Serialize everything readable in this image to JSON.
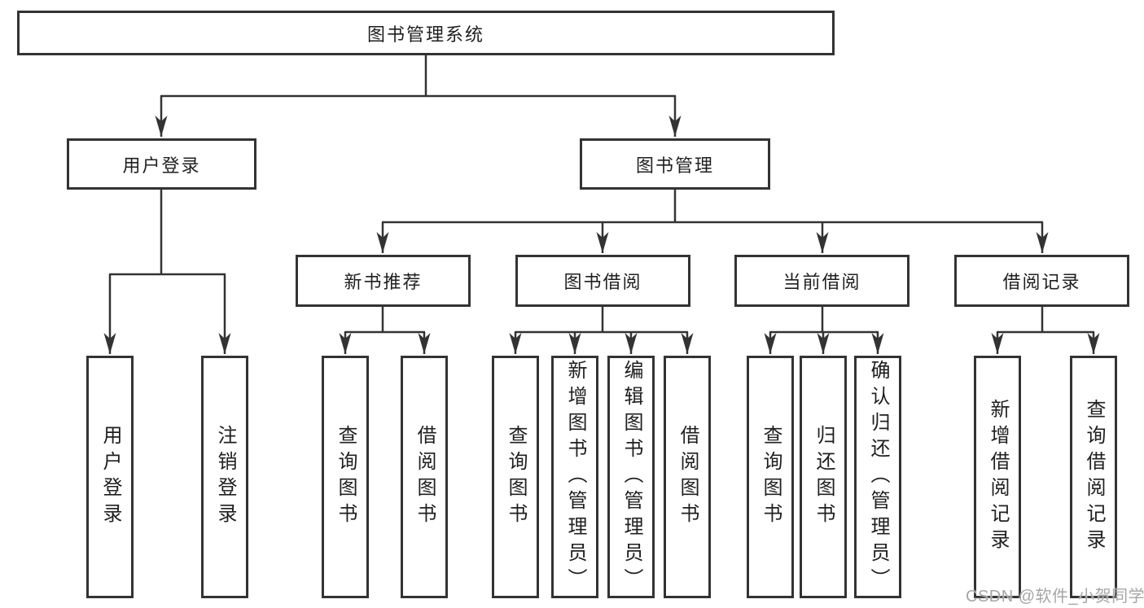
{
  "tree": {
    "label": "图书管理系统",
    "children": [
      {
        "label": "用户登录",
        "children": [
          {
            "label": "用户登录"
          },
          {
            "label": "注销登录"
          }
        ]
      },
      {
        "label": "图书管理",
        "children": [
          {
            "label": "新书推荐",
            "children": [
              {
                "label": "查询图书"
              },
              {
                "label": "借阅图书"
              }
            ]
          },
          {
            "label": "图书借阅",
            "children": [
              {
                "label": "查询图书"
              },
              {
                "label": "新增图书（管理员）"
              },
              {
                "label": "编辑图书（管理员）"
              },
              {
                "label": "借阅图书"
              }
            ]
          },
          {
            "label": "当前借阅",
            "children": [
              {
                "label": "查询图书"
              },
              {
                "label": "归还图书"
              },
              {
                "label": "确认归还（管理员）"
              }
            ]
          },
          {
            "label": "借阅记录",
            "children": [
              {
                "label": "新增借阅记录"
              },
              {
                "label": "查询借阅记录"
              }
            ]
          }
        ]
      }
    ]
  },
  "watermark": {
    "text": "CSDN @软件_小贺同学"
  },
  "colors": {
    "line": "#333333",
    "border": "#333333",
    "text": "#1f1f1f",
    "watermark_text": "#a6a6a6",
    "background": "#ffffff"
  }
}
